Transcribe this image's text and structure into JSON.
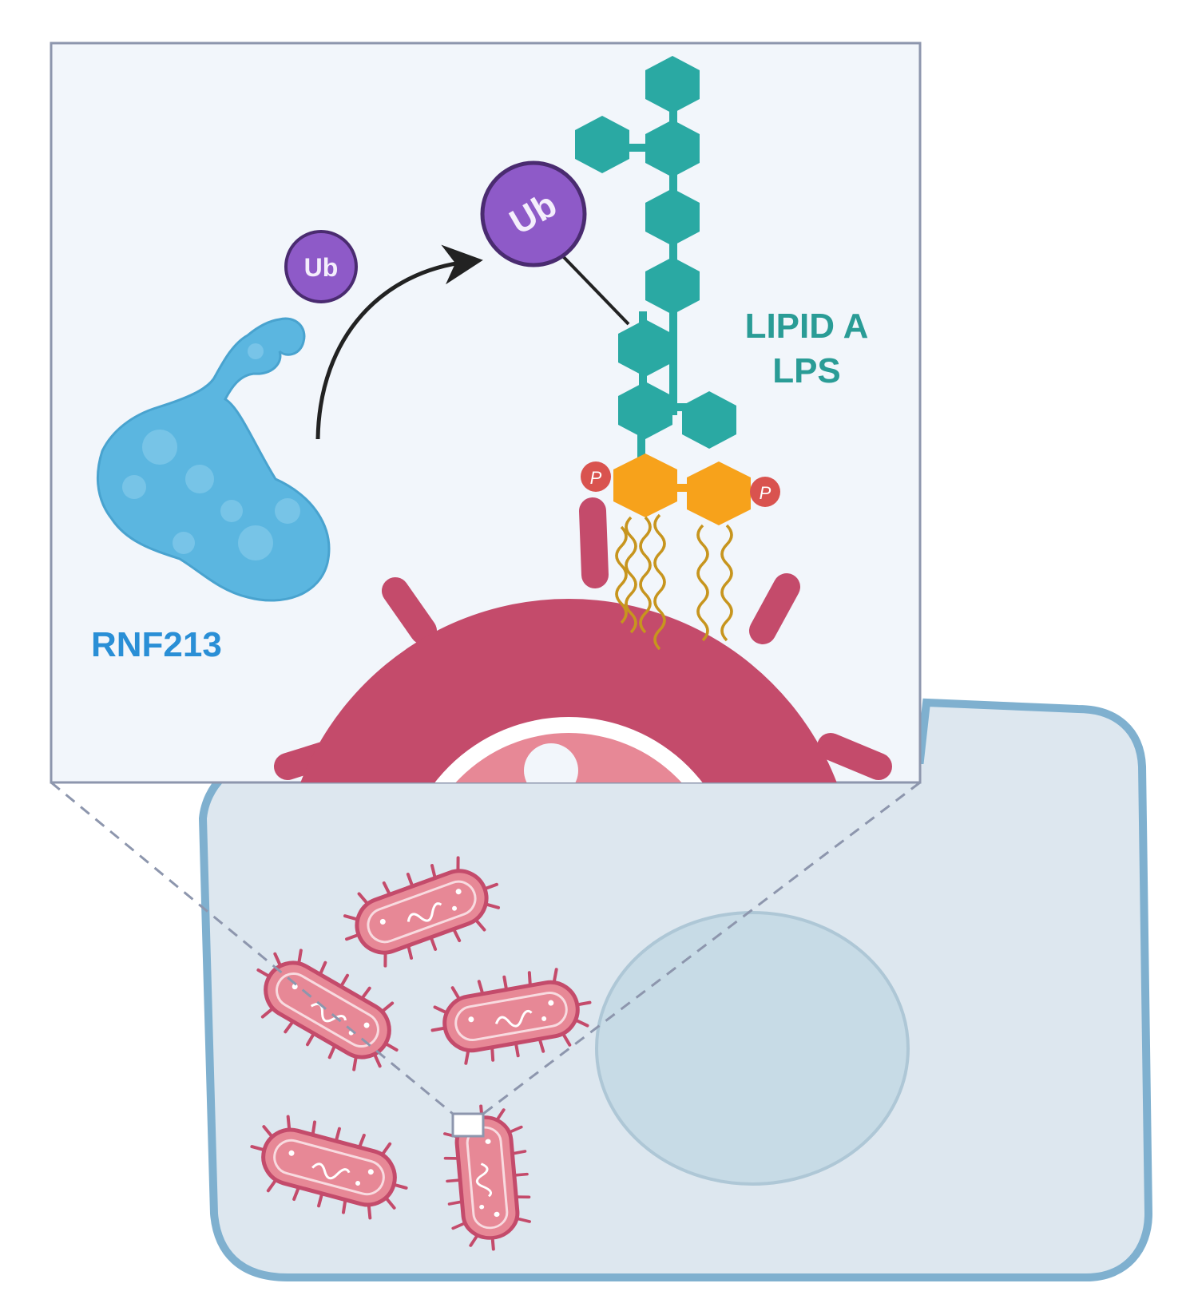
{
  "labels": {
    "rnf213": "RNF213",
    "lipid_a": "LIPID A",
    "lps": "LPS",
    "ub_free": "Ub",
    "ub_attached": "Ub",
    "phosphate_left": "P",
    "phosphate_right": "P"
  },
  "colors": {
    "rnf213": "#5bb6e0",
    "rnf213_label": "#2a8fd6",
    "ubiquitin": "#8e5ac8",
    "ubiquitin_stroke": "#4a2b70",
    "lps_sugar": "#2aa9a3",
    "lipid_a_label": "#2a9c96",
    "lipid_core": "#f7a21b",
    "phosphate": "#d9534f",
    "bacterium_wall": "#c44b6b",
    "bacterium_inner": "#e78896",
    "host_cell_fill": "#dde7ef",
    "host_cell_stroke": "#7fb0cf",
    "nucleus_fill": "#c7dbe6",
    "panel_fill": "#f2f6fb",
    "panel_stroke": "#8d96ad"
  },
  "icons": [
    "rnf213-protein-icon",
    "ubiquitin-icon",
    "lps-chain-icon",
    "bacterium-icon",
    "host-cell-icon",
    "nucleus-icon"
  ]
}
